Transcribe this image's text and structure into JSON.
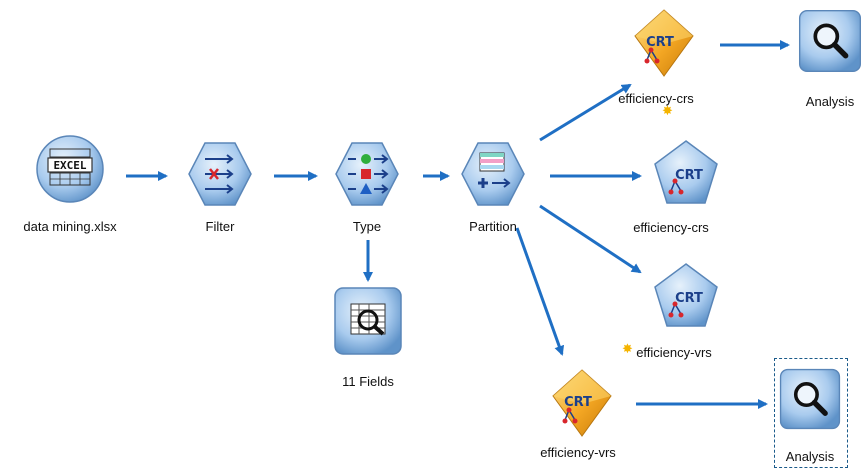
{
  "canvas": {
    "nodes": {
      "excel_source": {
        "label": "data mining.xlsx",
        "icon": "excel-icon",
        "badge": "EXCEL"
      },
      "filter": {
        "label": "Filter",
        "icon": "filter-icon"
      },
      "type": {
        "label": "Type",
        "icon": "type-icon"
      },
      "partition": {
        "label": "Partition",
        "icon": "partition-icon"
      },
      "data_audit": {
        "label": "11 Fields",
        "icon": "data-audit-icon"
      },
      "crt_model_crs": {
        "label": "efficiency-crs",
        "icon": "crt-model-nugget-icon",
        "glyph": "CRT"
      },
      "crt_builder_crs": {
        "label": "efficiency-crs",
        "icon": "crt-modeling-icon",
        "glyph": "CRT"
      },
      "crt_builder_vrs": {
        "label": "efficiency-vrs",
        "icon": "crt-modeling-icon",
        "glyph": "CRT"
      },
      "crt_model_vrs": {
        "label": "efficiency-vrs",
        "icon": "crt-model-nugget-icon",
        "glyph": "CRT"
      },
      "analysis_top": {
        "label": "Analysis",
        "icon": "analysis-icon"
      },
      "analysis_bottom": {
        "label": "Analysis",
        "icon": "analysis-icon"
      }
    },
    "colors": {
      "arrow": "#1f6fc4",
      "node_blue": "#8bb6e3",
      "model_gold": "#f3a623",
      "star": "#f5b400"
    }
  }
}
